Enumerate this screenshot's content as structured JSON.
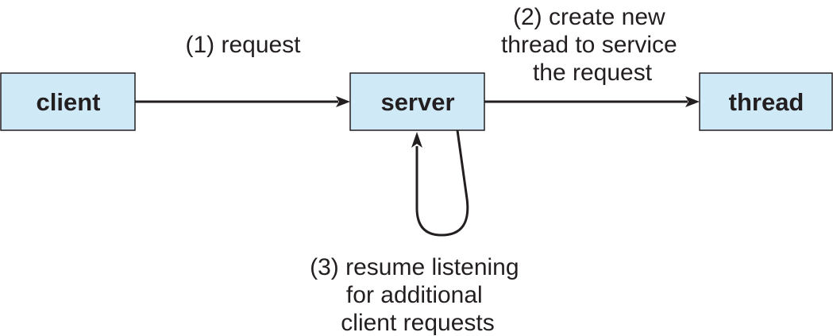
{
  "nodes": {
    "client": "client",
    "server": "server",
    "thread": "thread"
  },
  "edges": {
    "request": "(1) request",
    "create_thread": [
      "(2) create new",
      "thread to service",
      "the request"
    ],
    "resume_listening": [
      "(3) resume listening",
      "for additional",
      "client requests"
    ]
  },
  "colors": {
    "node_fill": "#cfe9f7",
    "stroke": "#231f20"
  }
}
